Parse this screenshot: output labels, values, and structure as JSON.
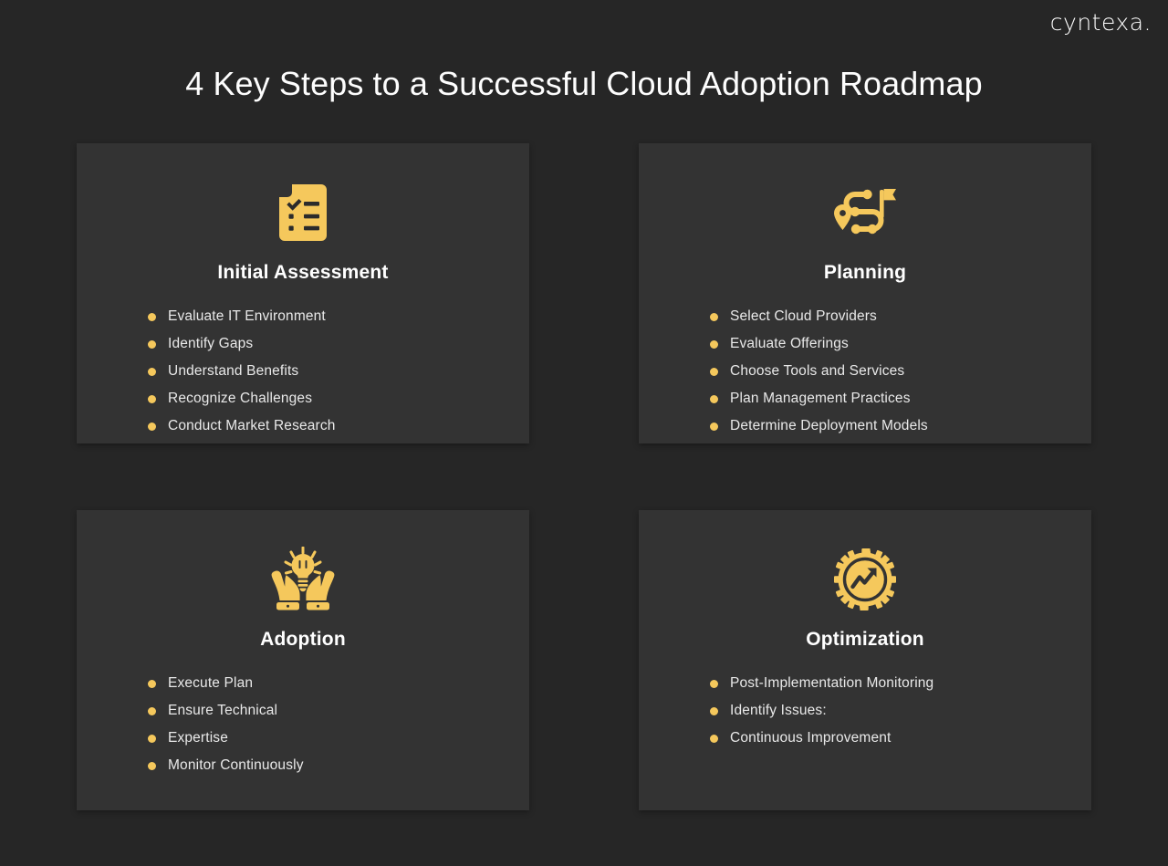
{
  "brand": {
    "logo_text": "cyntexa."
  },
  "header": {
    "title": "4 Key Steps to a Successful Cloud Adoption Roadmap"
  },
  "colors": {
    "page_background": "#262626",
    "card_background": "#333333",
    "accent": "#f5c85c",
    "title_text": "#ffffff",
    "body_text": "#e9e9e9"
  },
  "cards": [
    {
      "icon": "checklist-document-icon",
      "title": "Initial Assessment",
      "items": [
        "Evaluate IT Environment",
        "Identify Gaps",
        "Understand Benefits",
        "Recognize Challenges",
        "Conduct Market Research"
      ]
    },
    {
      "icon": "route-map-flag-icon",
      "title": "Planning",
      "items": [
        "Select Cloud Providers",
        "Evaluate Offerings",
        "Choose Tools and Services",
        "Plan Management Practices",
        "Determine Deployment Models"
      ]
    },
    {
      "icon": "hands-holding-lightbulb-icon",
      "title": "Adoption",
      "items": [
        "Execute Plan",
        "Ensure Technical",
        "Expertise",
        "Monitor Continuously"
      ]
    },
    {
      "icon": "gear-trending-arrow-icon",
      "title": "Optimization",
      "items": [
        "Post-Implementation Monitoring",
        "Identify Issues:",
        "Continuous Improvement"
      ]
    }
  ]
}
